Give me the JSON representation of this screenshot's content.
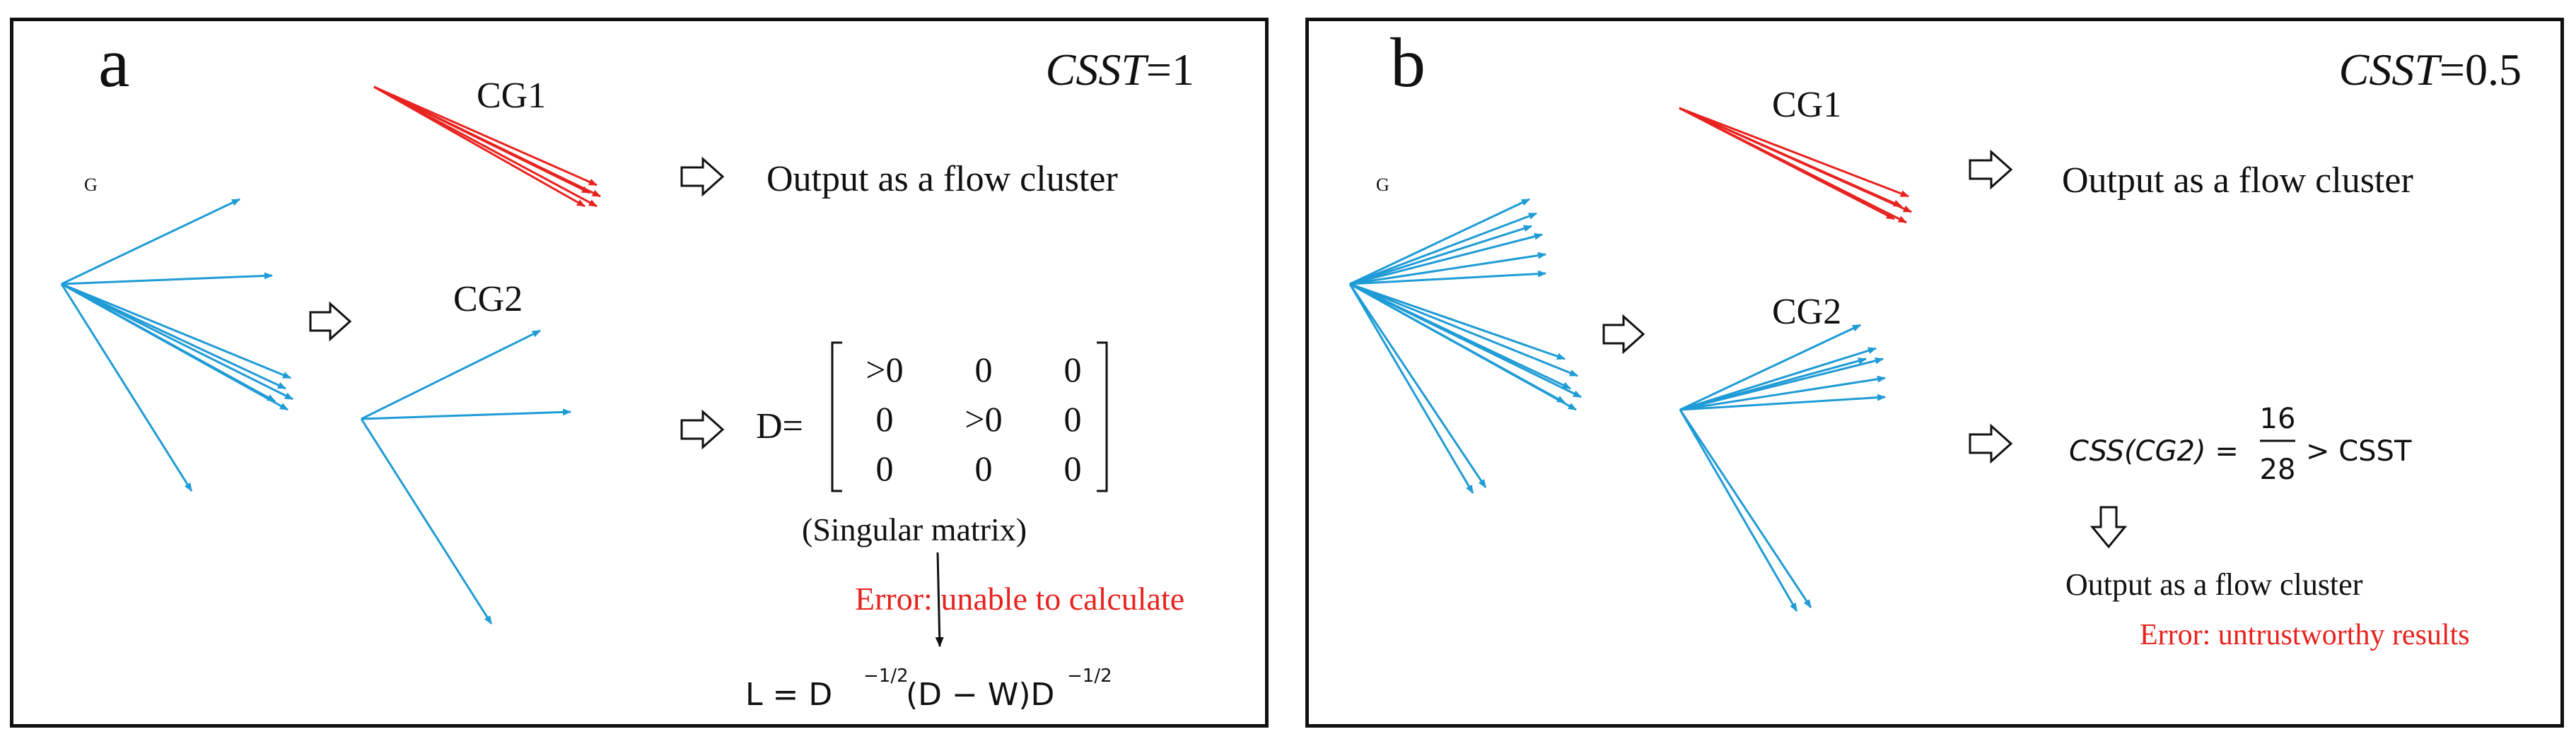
{
  "colors": {
    "blue": "#1f9bd6",
    "red": "#e8231f",
    "black": "#111111"
  },
  "panel_a": {
    "letter": "a",
    "csst_label": "CSST",
    "csst_value": "=1",
    "g_label": "G",
    "cg1_label": "CG1",
    "cg2_label": "CG2",
    "output_text": "Output as a flow cluster",
    "d_label": "D=",
    "matrix": [
      [
        ">0",
        "0",
        "0"
      ],
      [
        "0",
        ">0",
        "0"
      ],
      [
        "0",
        "0",
        "0"
      ]
    ],
    "singular_text": "(Singular matrix)",
    "error_text": "Error: unable to calculate",
    "laplacian": {
      "lhs": "L = D",
      "exp": "−1/2",
      "mid": "(D − W)D",
      "exp2": "−1/2"
    }
  },
  "panel_b": {
    "letter": "b",
    "csst_label": "CSST",
    "csst_value": "=0.5",
    "g_label": "G",
    "cg1_label": "CG1",
    "cg2_label": "CG2",
    "output_text": "Output as a flow cluster",
    "css_expr": "CSS(CG2) =",
    "fraction_num": "16",
    "fraction_den": "28",
    "compare": "> CSST",
    "output_text2": "Output as a flow cluster",
    "error_text": "Error: untrustworthy results"
  }
}
